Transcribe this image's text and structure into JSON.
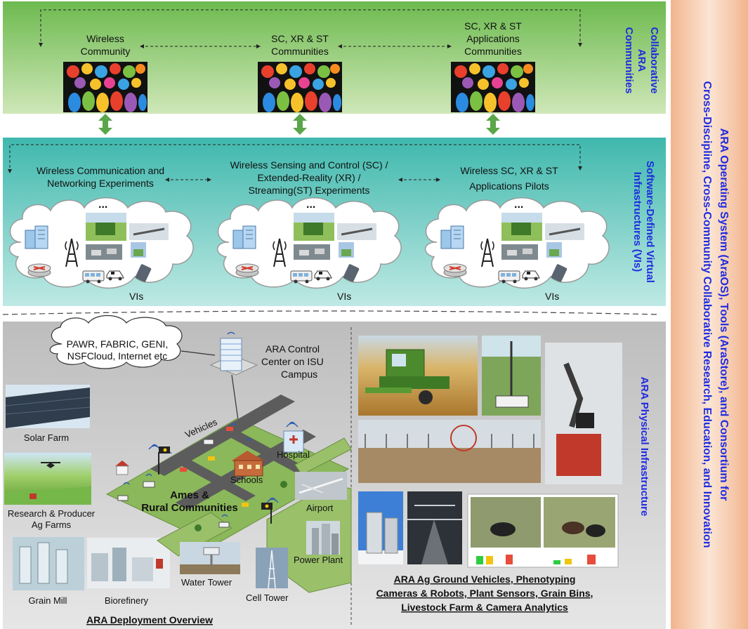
{
  "colors": {
    "community_band": "#8dc774",
    "vi_band": "#5ec8c0",
    "physical_band": "#c8c8c8",
    "side_band": "#f4c6a4",
    "side_text": "#1f2be0",
    "arrow_green": "#5aa64a"
  },
  "side_title": {
    "line1": "ARA Operating System (AraOS), Tools (AraStore), and Consortium for",
    "line2": "Cross-Discipline, Cross-Community Collaborative Research, Education, and Innovation"
  },
  "communities": {
    "band_title": [
      "Collaborative",
      "ARA",
      "Communities"
    ],
    "items": [
      {
        "lines": [
          "Wireless",
          "Community"
        ]
      },
      {
        "lines": [
          "SC, XR & ST",
          "Communities"
        ]
      },
      {
        "lines": [
          "SC, XR & ST",
          "Applications",
          "Communities"
        ]
      }
    ]
  },
  "vis": {
    "band_title": [
      "Software-Defined Virtual",
      "Infrastructures (VIs)"
    ],
    "experiments": [
      {
        "lines": [
          "Wireless Communication and",
          "Networking Experiments"
        ]
      },
      {
        "lines": [
          "Wireless Sensing and Control (SC) /",
          "Extended-Reality (XR) /",
          "Streaming(ST) Experiments"
        ]
      },
      {
        "lines": [
          "Wireless SC, XR & ST",
          "Applications Pilots"
        ]
      }
    ],
    "cloud_label": "VIs",
    "dots": "..."
  },
  "physical": {
    "band_title": "ARA Physical Infrastructure",
    "cloud_text": [
      "PAWR, FABRIC, GENI,",
      "NSFCloud, Internet etc"
    ],
    "control_center": [
      "ARA Control",
      "Center on ISU",
      "Campus"
    ],
    "labels": {
      "solar_farm": "Solar Farm",
      "research_farms": [
        "Research & Producer",
        "Ag Farms"
      ],
      "grain_mill": "Grain Mill",
      "biorefinery": "Biorefinery",
      "vehicles": "Vehicles",
      "hospital": "Hospital",
      "schools": "Schools",
      "ames": [
        "Ames &",
        "Rural Communities"
      ],
      "airport": "Airport",
      "power_plant": "Power Plant",
      "water_tower": "Water Tower",
      "cell_tower": "Cell Tower"
    },
    "deployment_caption": "ARA Deployment Overview",
    "ag_caption": [
      "ARA Ag Ground Vehicles, Phenotyping",
      "Cameras & Robots, Plant Sensors, Grain Bins,",
      "Livestock Farm & Camera Analytics"
    ]
  }
}
